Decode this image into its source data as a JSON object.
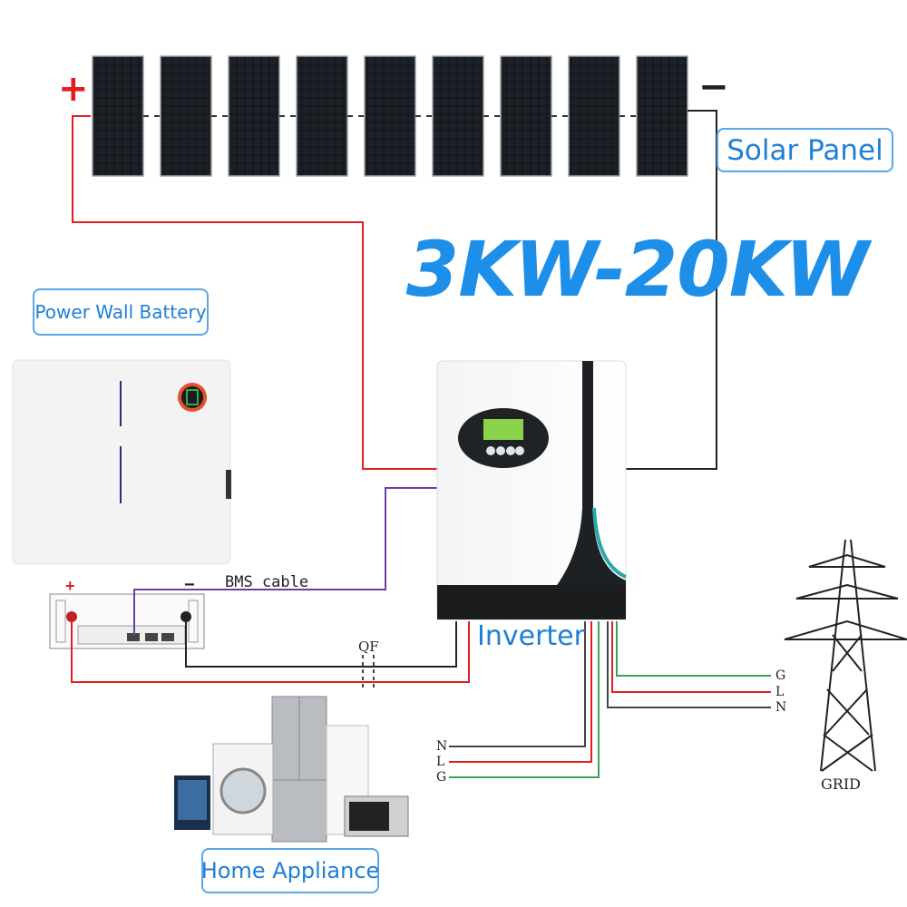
{
  "headline": "3KW-20KW",
  "labels": {
    "solar_panel": "Solar Panel",
    "battery": "Power Wall Battery",
    "inverter": "Inverter",
    "home_appliance": "Home Appliance",
    "bms_cable": "BMS cable",
    "qf": "QF",
    "grid": "GRID"
  },
  "polarity": {
    "plus": "+",
    "minus": "−",
    "battery_plus": "+",
    "battery_minus": "−"
  },
  "terminals": {
    "grid": [
      "G",
      "L",
      "N"
    ],
    "load": [
      "N",
      "L",
      "G"
    ]
  },
  "solar_array": {
    "panel_count": 9
  },
  "colors": {
    "accent_blue": "#1e8fe8",
    "positive_wire": "#e02020",
    "negative_wire": "#222222",
    "bms_wire": "#6a3fa0",
    "ground_wire": "#3aa45a",
    "inverter_teal": "#2aa7a7"
  },
  "icons": [
    "solar-panel-icon",
    "battery-icon",
    "inverter-icon",
    "grid-tower-icon",
    "appliance-icon"
  ]
}
